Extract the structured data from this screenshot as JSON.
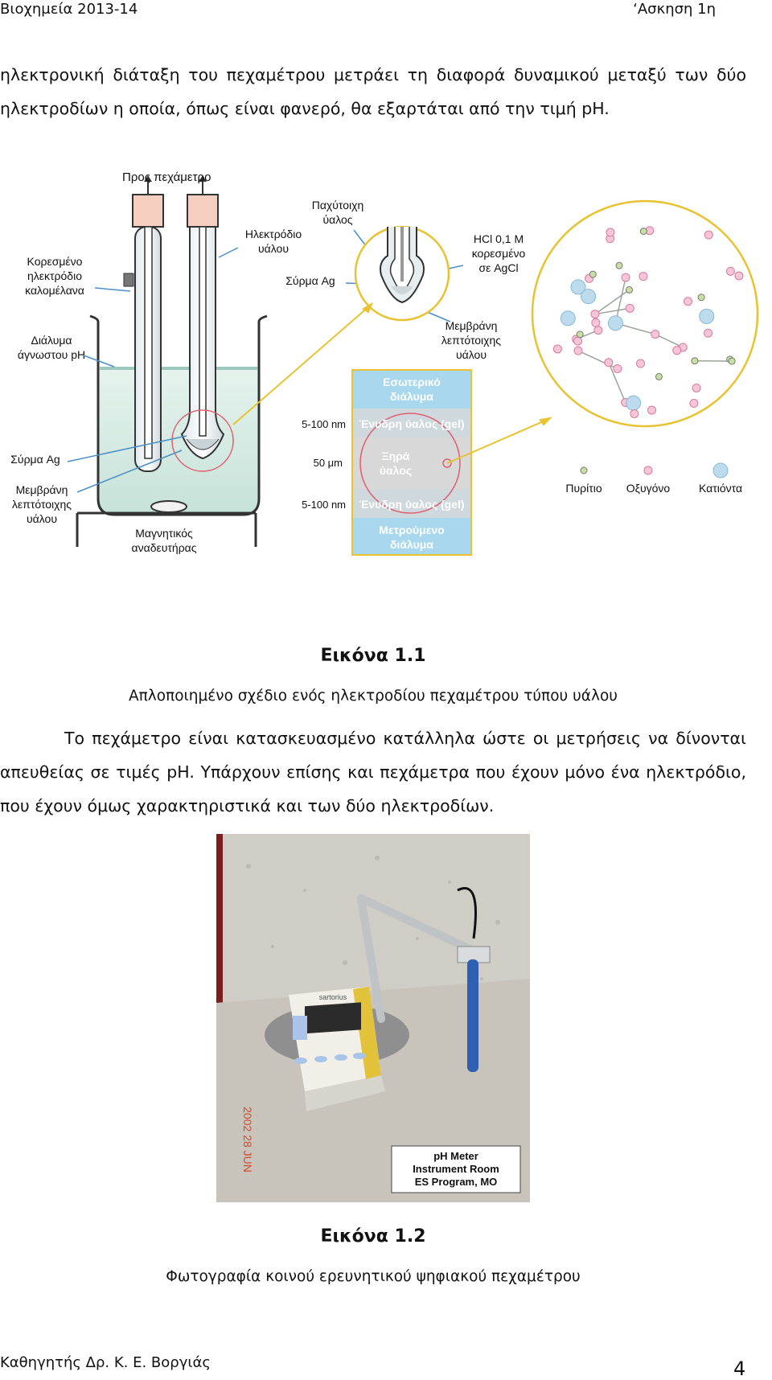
{
  "header": {
    "left": "Βιοχημεία 2013-14",
    "right": "‘Ασκηση 1η"
  },
  "paragraph1": "ηλεκτρονική διάταξη του πεχαμέτρου μετράει τη διαφορά δυναμικού μεταξύ των δύο ηλεκτροδίων η οποία, όπως είναι φανερό, θα εξαρτάται από την τιμή pH.",
  "figure1": {
    "title": "Εικόνα 1.1",
    "caption": "Απλοποιημένο σχέδιο ενός ηλεκτροδίου πεχαμέτρου τύπου υάλου",
    "labels": {
      "to_phmeter": "Προς πεχάμετρο",
      "calomel": [
        "Κορεσμένο",
        "ηλεκτρόδιο",
        "καλομέλανα"
      ],
      "unknown_ph": [
        "Διάλυμα",
        "άγνωστου pH"
      ],
      "ag_wire_left": "Σύρμα Ag",
      "thin_membrane_left": [
        "Μεμβράνη",
        "λεπτότοιχης",
        "υάλου"
      ],
      "magnetic_stirrer": [
        "Μαγνητικός",
        "αναδευτήρας"
      ],
      "glass_electrode": [
        "Ηλεκτρόδιο",
        "υάλου"
      ],
      "thick_glass": [
        "Παχύτοιχη",
        "ύαλος"
      ],
      "ag_wire": "Σύρμα Ag",
      "hcl": [
        "HCl 0,1 M",
        "κορεσμένο",
        "σε AgCl"
      ],
      "thin_membrane": [
        "Μεμβράνη",
        "λεπτότοιχης",
        "υάλου"
      ],
      "inner_solution": [
        "Εσωτερικό",
        "διάλυμα"
      ],
      "hydrated_glass": "Ένυδρη ύαλος (gel)",
      "dry_glass": [
        "Ξηρά",
        "ύαλος"
      ],
      "measured_solution": [
        "Μετρούμενο",
        "διάλυμα"
      ],
      "thick_5_100": "5-100 nm",
      "thick_50": "50 μm",
      "legend": [
        "Πυρίτιο",
        "Οξυγόνο",
        "Κατιόντα"
      ]
    },
    "colors": {
      "pink": "#f6cfc1",
      "solution": "#cfe8e0",
      "layer_blue": "#a9d8ee",
      "yellow": "#e8c230",
      "red": "#e06070"
    }
  },
  "paragraph2": "Το πεχάμετρο είναι κατασκευασμένο κατάλληλα ώστε οι μετρήσεις να δίνονται απευθείας σε τιμές pH. Υπάρχουν επίσης και πεχάμετρα που έχουν μόνο ένα ηλεκτρόδιο, που έχουν όμως χαρακτηριστικά και των δύο ηλεκτροδίων.",
  "figure2": {
    "title": "Εικόνα 1.2",
    "caption": "Φωτογραφία κοινού ερευνητικού ψηφιακού πεχαμέτρου",
    "photo_label": [
      "pH Meter",
      "Instrument Room",
      "ES Program, MO"
    ],
    "brand": "sartorius",
    "date_stamp": "2002 28 JUN"
  },
  "footer": {
    "left": "Καθηγητής Δρ. Κ. Ε. Βοργιάς",
    "page": "4"
  }
}
